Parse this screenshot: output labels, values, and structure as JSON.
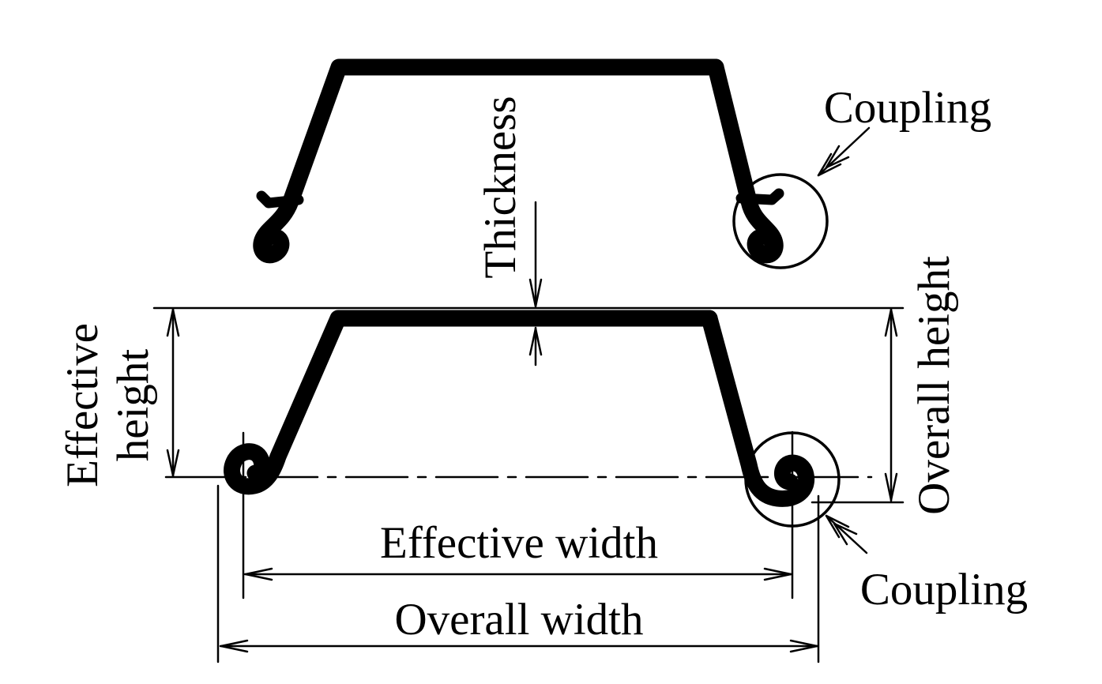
{
  "diagram": {
    "labels": {
      "thickness": "Thickness",
      "effective_height_line1": "Effective",
      "effective_height_line2": "height",
      "overall_height": "Overall height",
      "effective_width": "Effective width",
      "overall_width": "Overall width",
      "coupling_upper": "Coupling",
      "coupling_lower": "Coupling"
    },
    "colors": {
      "ink": "#000000",
      "background": "#ffffff"
    }
  }
}
